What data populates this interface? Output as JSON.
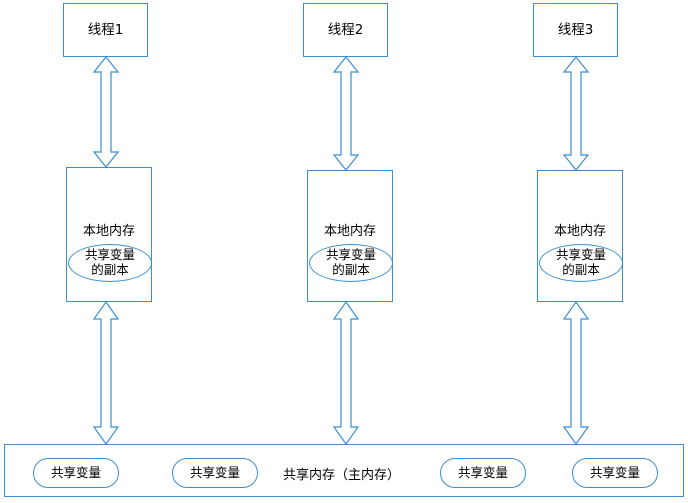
{
  "diagram": {
    "title": "Java Memory Model - shared memory and thread local memory",
    "accent_color": "#3b8fd0",
    "background_color": "#ffffff",
    "text_color": "#000000"
  },
  "threads": [
    {
      "id": "thread-1",
      "label": "线程1",
      "local_memory_label": "本地内存",
      "copy_label_line1": "共享变量",
      "copy_label_line2": "的副本"
    },
    {
      "id": "thread-2",
      "label": "线程2",
      "local_memory_label": "本地内存",
      "copy_label_line1": "共享变量",
      "copy_label_line2": "的副本"
    },
    {
      "id": "thread-3",
      "label": "线程3",
      "local_memory_label": "本地内存",
      "copy_label_line1": "共享变量",
      "copy_label_line2": "的副本"
    }
  ],
  "shared_memory": {
    "label": "共享内存（主内存）",
    "variables": [
      {
        "label": "共享变量"
      },
      {
        "label": "共享变量"
      },
      {
        "label": "共享变量"
      },
      {
        "label": "共享变量"
      }
    ]
  }
}
